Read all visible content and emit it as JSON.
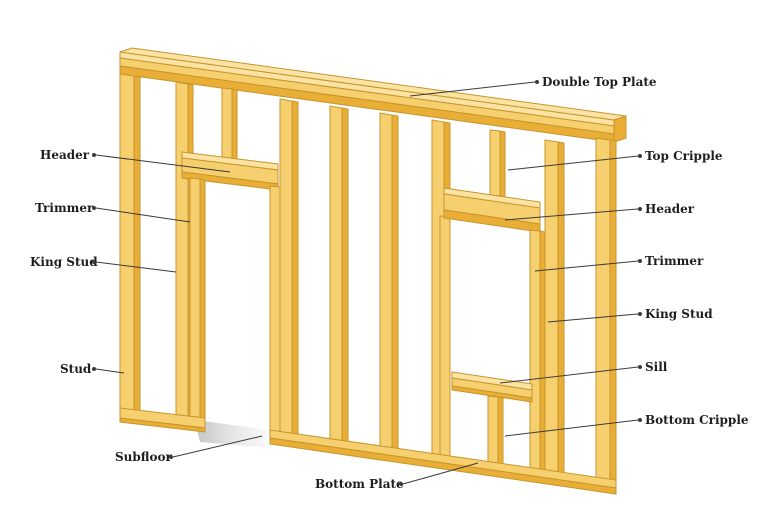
{
  "labels": {
    "double_top_plate": "Double Top Plate",
    "top_cripple": "Top Cripple",
    "header_right": "Header",
    "trimmer_right": "Trimmer",
    "king_stud_right": "King Stud",
    "sill": "Sill",
    "bottom_cripple": "Bottom Cripple",
    "bottom_plate": "Bottom Plate",
    "subfloor": "Subfloor",
    "stud": "Stud",
    "king_stud_left": "King Stud",
    "trimmer_left": "Trimmer",
    "header_left": "Header"
  },
  "colors": {
    "wood_face": "#f6cf6e",
    "wood_side": "#e9ae36",
    "wood_light": "#fbe3a3",
    "outline": "#c8952d",
    "shadow": "#d9d9d9",
    "text": "#1e1e1e"
  }
}
